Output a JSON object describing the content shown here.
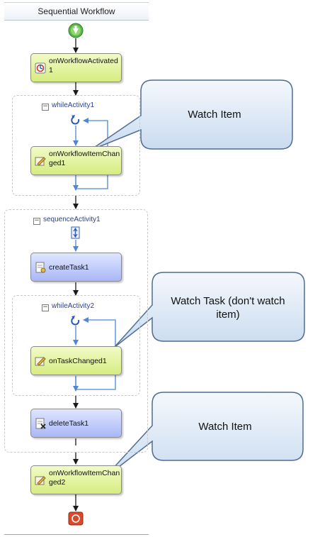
{
  "header": {
    "title": "Sequential Workflow"
  },
  "containers": {
    "while1": "whileActivity1",
    "sequence": "sequenceActivity1",
    "while2": "whileActivity2"
  },
  "activities": {
    "activated": "onWorkflowActivated1",
    "itemChanged1": "onWorkflowItemChanged1",
    "createTask": "createTask1",
    "taskChanged": "onTaskChanged1",
    "deleteTask": "deleteTask1",
    "itemChanged2": "onWorkflowItemChanged2"
  },
  "callouts": {
    "first": "Watch Item",
    "second": "Watch Task (don't watch item)",
    "third": "Watch Item"
  },
  "colors": {
    "activity_green": "#d6ec80",
    "activity_blue": "#a9b7f7",
    "callout_fill": "#dde9f6",
    "callout_border": "#4f6d92",
    "connector_blue": "#4f86d6"
  },
  "icons": {
    "start": "start-arrow-icon",
    "loop": "loop-icon",
    "end": "stop-icon"
  }
}
